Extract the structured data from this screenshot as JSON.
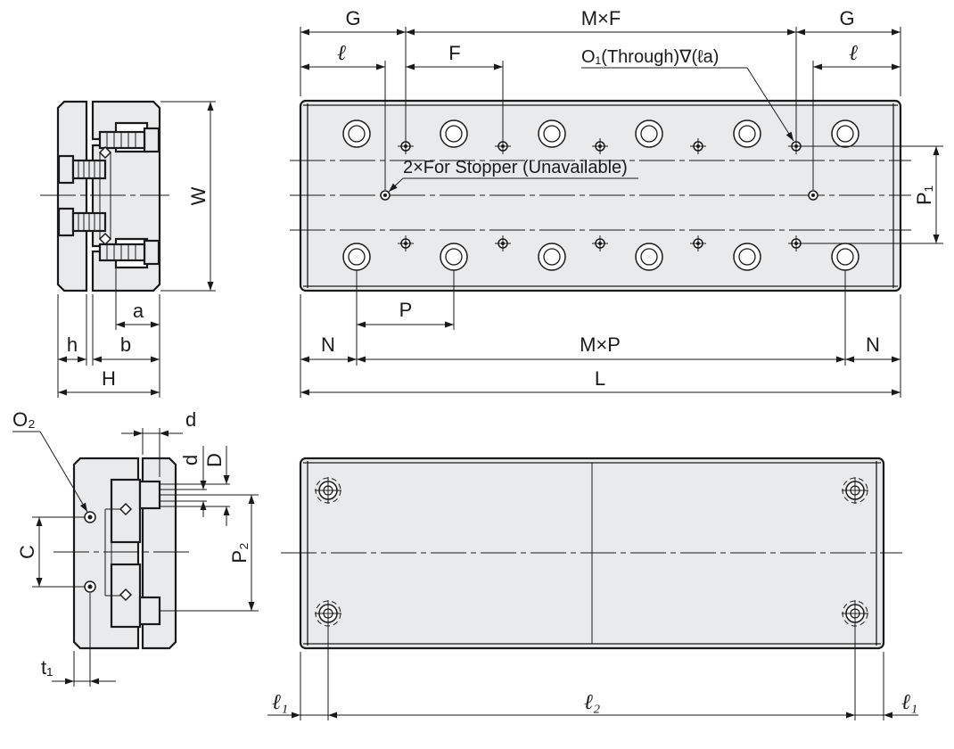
{
  "labels": {
    "top_G_left": "G",
    "top_G_right": "G",
    "top_MxF": "M×F",
    "top_l_left": "ℓ",
    "top_l_right": "ℓ",
    "top_F": "F",
    "o1_note": "O₁(Through)∇(ℓa)",
    "stopper_note": "2×For Stopper (Unavailable)",
    "P1": "P₁",
    "P": "P",
    "N_left": "N",
    "N_right": "N",
    "MxP": "M×P",
    "L": "L",
    "W": "W",
    "a": "a",
    "h": "h",
    "b": "b",
    "H": "H",
    "O2": "O₂",
    "d_top": "d",
    "d_side": "d",
    "D": "D",
    "C": "C",
    "P2": "P₂",
    "t1": "t₁",
    "l1_left": "ℓ₁",
    "l2": "ℓ₂",
    "l1_right": "ℓ₁"
  },
  "colors": {
    "part_fill": "#e9eaec",
    "line": "#1a1a1a"
  }
}
